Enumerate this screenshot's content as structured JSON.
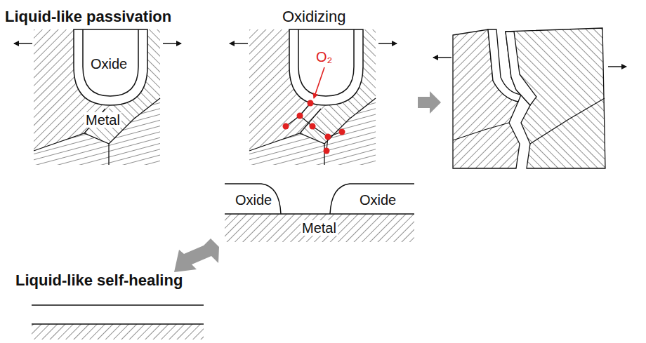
{
  "diagram": {
    "labels": [
      "Liquid-like passivation",
      "Oxidizing",
      "Oxide",
      "Metal",
      "O₂",
      "Oxide",
      "Oxide",
      "Metal",
      "Liquid-like self-healing"
    ]
  }
}
